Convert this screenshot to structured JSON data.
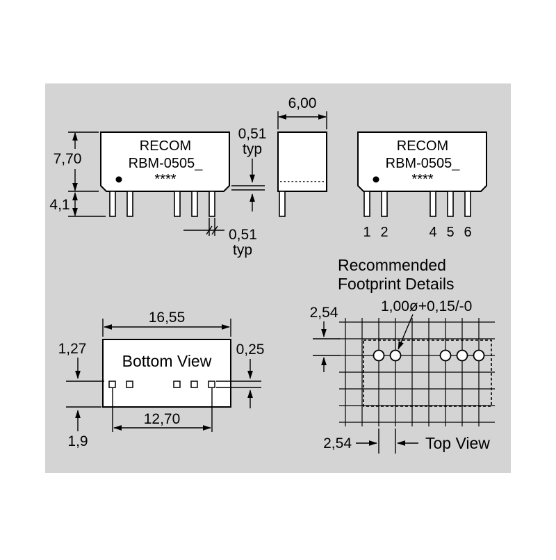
{
  "colors": {
    "panel": "#d4d4d4",
    "ink": "#000000",
    "paper": "#ffffff"
  },
  "module": {
    "brand": "RECOM",
    "model": "RBM-0505_",
    "stars": "****"
  },
  "pin_numbers": [
    "1",
    "2",
    "4",
    "5",
    "6"
  ],
  "labels": {
    "bottom_view": "Bottom View",
    "top_view": "Top View",
    "footprint_line1": "Recommended",
    "footprint_line2": "Footprint Details"
  },
  "dims": {
    "body_height": "7,70",
    "pin_length": "4,1",
    "standoff": "0,51",
    "typ": "typ",
    "pin_width": "0,51",
    "body_width": "6,00",
    "body_length": "16,55",
    "pad_offset": "1,27",
    "pad_thickness": "0,25",
    "pad_span": "12,70",
    "pad_edge": "1,9",
    "pitch_vertical": "2,54",
    "pitch_horizontal": "2,54",
    "hole_spec": "1,00ø+0,15/-0"
  }
}
